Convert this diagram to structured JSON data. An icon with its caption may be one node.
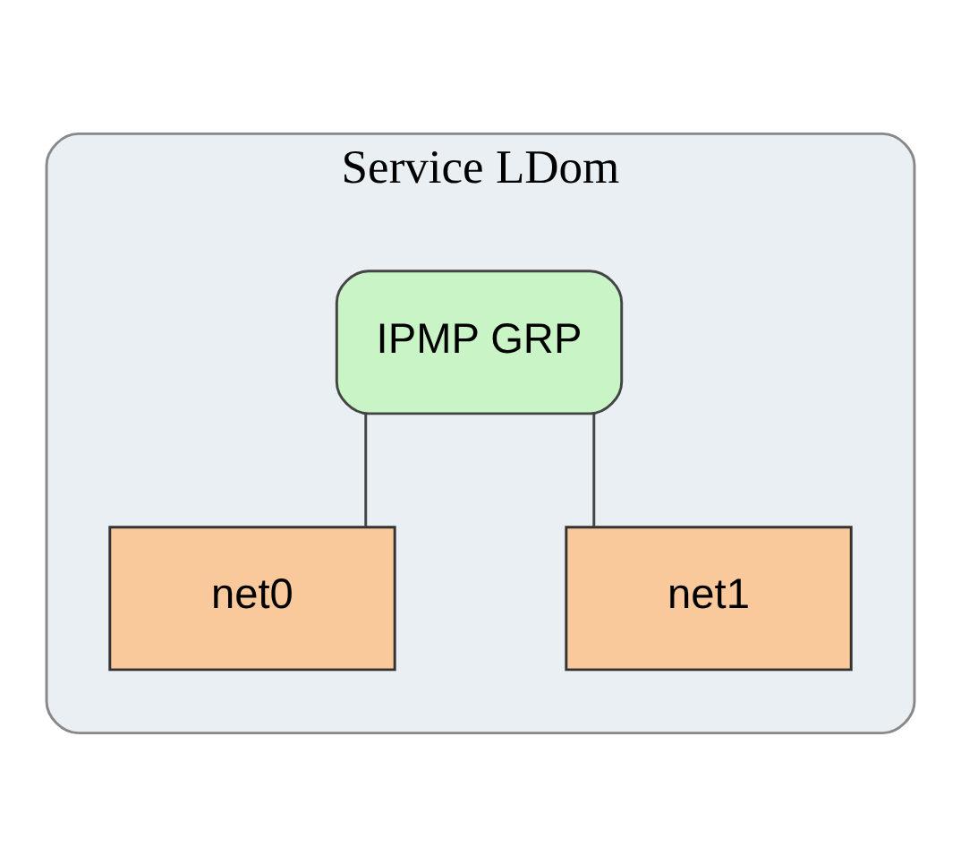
{
  "diagram": {
    "nodes": [
      {
        "text": [
          "Service LDom"
        ]
      },
      {
        "text": [
          "IPMP GRP"
        ],
        "in": 0
      },
      {
        "text": [
          "net0"
        ],
        "in": 0
      },
      {
        "text": [
          "net1"
        ],
        "in": 0
      }
    ],
    "edges": [
      {
        "from": 1,
        "to": 2,
        "arrow": "none"
      },
      {
        "from": 1,
        "to": 3,
        "arrow": "none"
      }
    ]
  }
}
